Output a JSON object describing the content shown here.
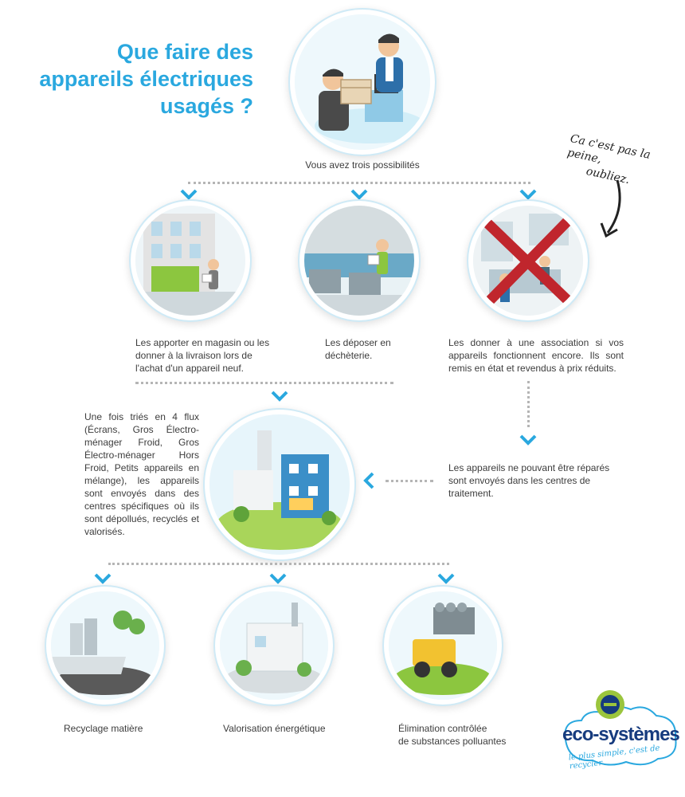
{
  "title": {
    "line1": "Que faire des",
    "line2": "appareils électriques",
    "line3": "usagés ?"
  },
  "intro": "Vous avez trois possibilités",
  "note": {
    "line1": "Ca c'est pas la peine,",
    "line2": "oubliez."
  },
  "options": [
    {
      "text": "Les apporter en magasin ou les donner à la livraison lors de l'achat d'un appareil neuf."
    },
    {
      "text": "Les déposer en déchèterie."
    },
    {
      "text": "Les donner à une association si vos appareils fonctionnent encore. Ils sont remis en état et revendus à prix réduits."
    }
  ],
  "treatment": {
    "sorting_text": "Une fois triés en 4 flux (Écrans, Gros Électro-ménager Froid, Gros Électro-ménager Hors Froid, Petits appareils en mélange), les appareils sont envoyés dans des centres spécifiques où ils sont dépollués, recyclés et valorisés.",
    "unrepairable_text": "Les appareils ne pouvant être réparés sont envoyés dans les centres de traitement."
  },
  "outcomes": [
    {
      "label": "Recyclage matière"
    },
    {
      "label": "Valorisation énergétique"
    },
    {
      "label_line1": "Élimination contrôlée",
      "label_line2": "de substances polluantes"
    }
  ],
  "logo": {
    "name": "eco-systèmes",
    "tagline": "le plus simple, c'est de recycler"
  },
  "colors": {
    "accent": "#2aa8df",
    "cross": "#c0262d",
    "logo_blue": "#163b7e",
    "logo_green": "#9bc53d"
  }
}
